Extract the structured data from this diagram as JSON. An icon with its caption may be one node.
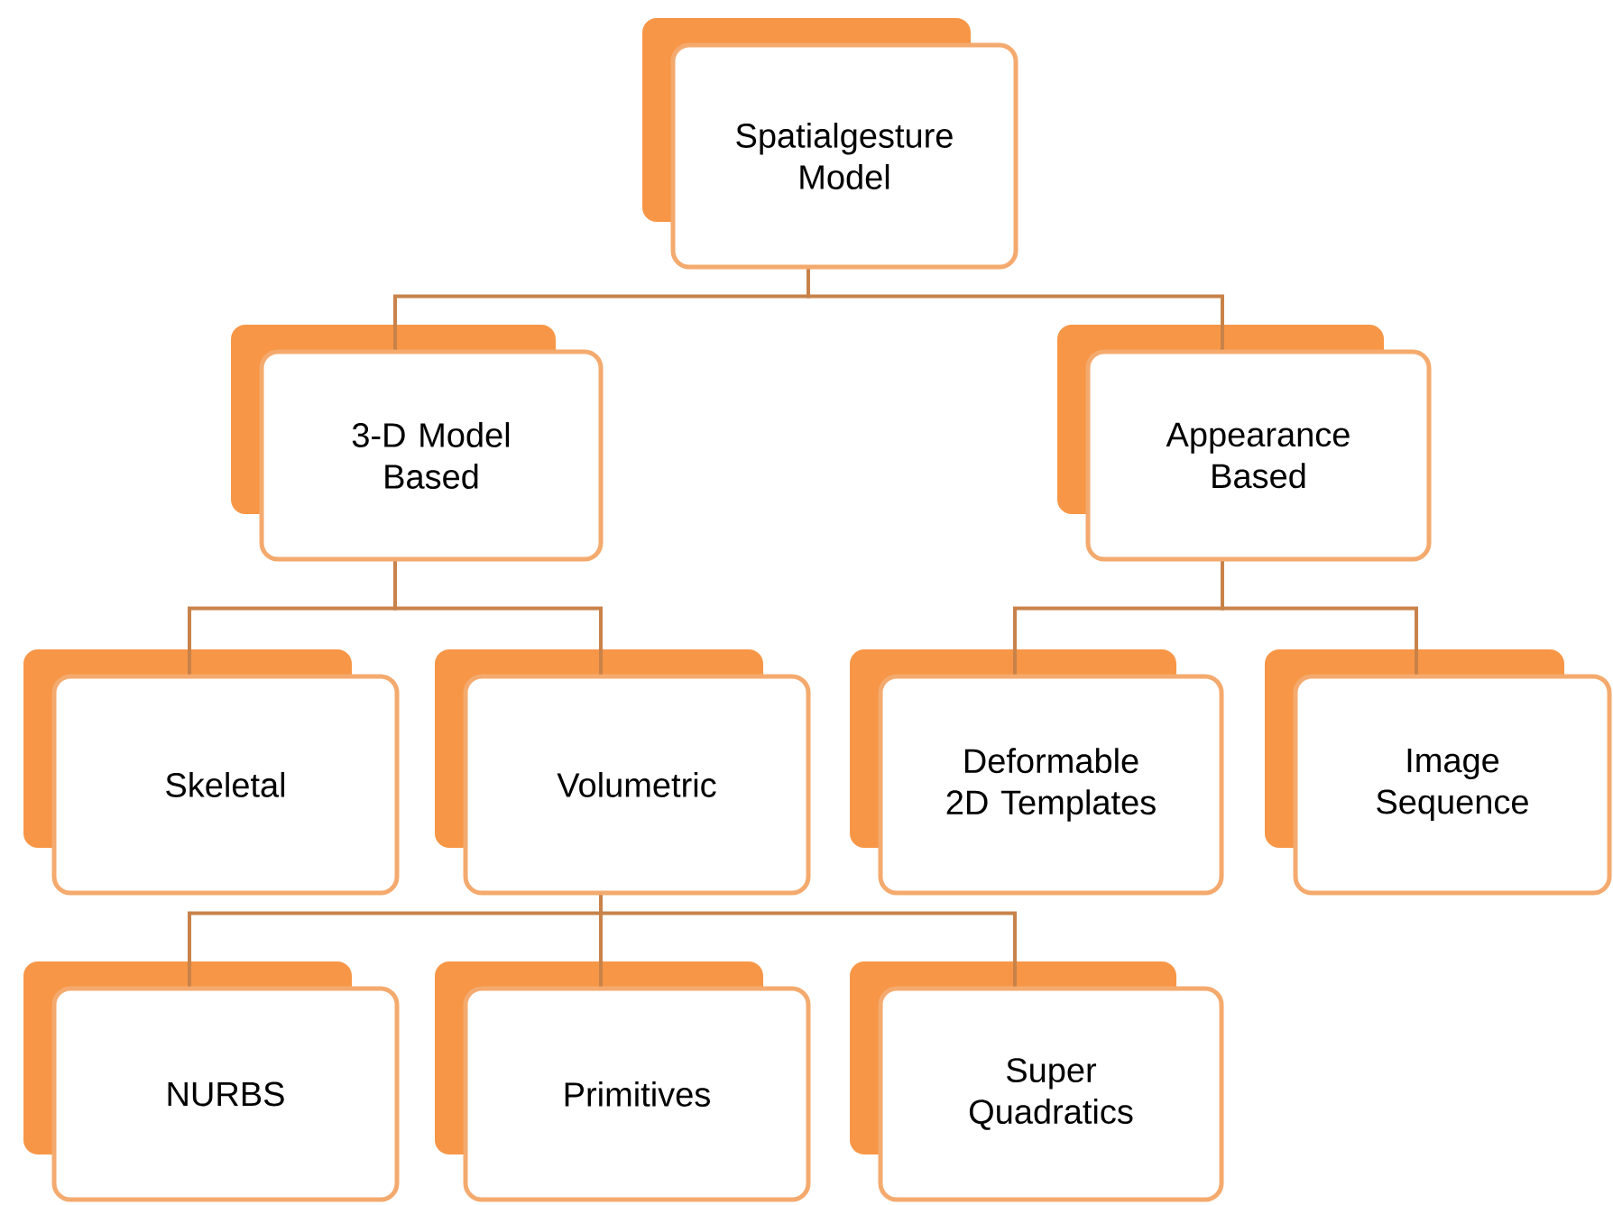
{
  "diagram": {
    "nodes": [
      {
        "text": [
          "Spatialgesture Model"
        ]
      },
      {
        "text": [
          "3-D Model Based"
        ]
      },
      {
        "text": [
          "Appearance Based"
        ]
      },
      {
        "text": [
          "Skeletal"
        ]
      },
      {
        "text": [
          "Volumetric"
        ]
      },
      {
        "text": [
          "Deformable 2D Templates"
        ]
      },
      {
        "text": [
          "Image Sequence"
        ]
      },
      {
        "text": [
          "NURBS"
        ]
      },
      {
        "text": [
          "Primitives"
        ]
      },
      {
        "text": [
          "Super Quadratics"
        ]
      }
    ],
    "edges": [
      {
        "from": 0,
        "to": 1,
        "arrow": "none"
      },
      {
        "from": 0,
        "to": 2,
        "arrow": "none"
      },
      {
        "from": 1,
        "to": 3,
        "arrow": "none"
      },
      {
        "from": 1,
        "to": 4,
        "arrow": "none"
      },
      {
        "from": 2,
        "to": 5,
        "arrow": "none"
      },
      {
        "from": 2,
        "to": 6,
        "arrow": "none"
      },
      {
        "from": 4,
        "to": 7,
        "arrow": "none"
      },
      {
        "from": 4,
        "to": 8,
        "arrow": "none"
      },
      {
        "from": 4,
        "to": 9,
        "arrow": "none"
      }
    ]
  }
}
